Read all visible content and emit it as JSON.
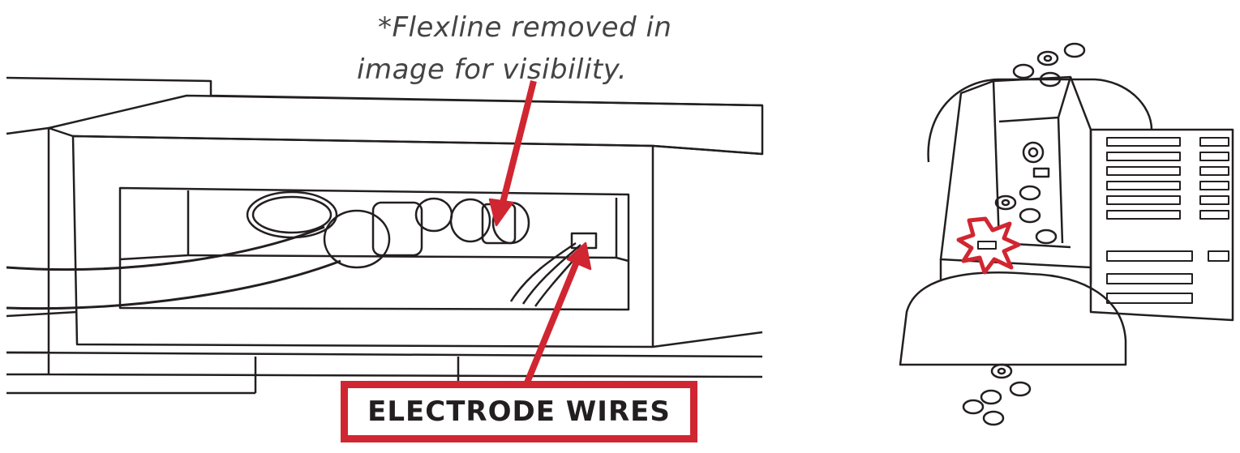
{
  "note": {
    "line1": "*Flexline removed in",
    "line2": "image for visibility."
  },
  "callout": {
    "label": "ELECTRODE WIRES"
  },
  "colors": {
    "accent": "#d02631",
    "line": "#231f20"
  },
  "icons": {
    "left": "valve-assembly-drawing",
    "right": "burner-module-drawing",
    "highlight": "spark-burst-icon"
  }
}
